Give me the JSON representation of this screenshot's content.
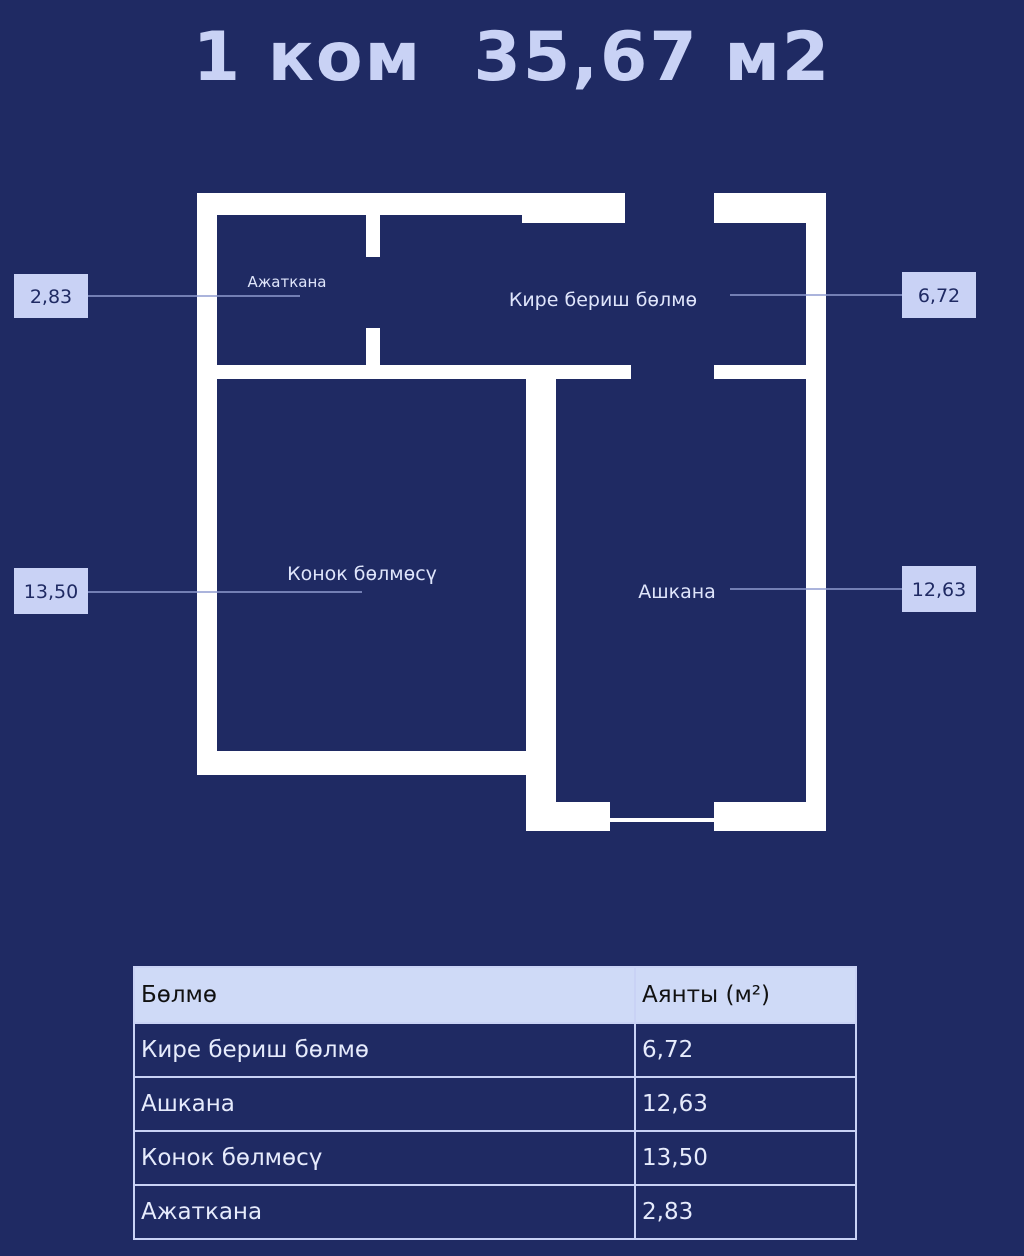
{
  "title": "1 ком  35,67 м2",
  "rooms": {
    "toilet": {
      "label": "Ажаткана",
      "area": "2,83"
    },
    "entrance": {
      "label": "Кире бериш бөлмө",
      "area": "6,72"
    },
    "living": {
      "label": "Конок бөлмөсү",
      "area": "13,50"
    },
    "kitchen": {
      "label": "Ашкана",
      "area": "12,63"
    }
  },
  "table": {
    "headers": [
      "Бөлмө",
      "Аянты (м²)"
    ],
    "rows": [
      [
        "Кире бериш бөлмө",
        "6,72"
      ],
      [
        "Ашкана",
        "12,63"
      ],
      [
        "Конок бөлмөсү",
        "13,50"
      ],
      [
        "Ажаткана",
        "2,83"
      ]
    ]
  },
  "colors": {
    "background": "#1f2a63",
    "wall": "#ffffff",
    "badge": "#c9d2f5",
    "line": "#8f9bd0"
  }
}
